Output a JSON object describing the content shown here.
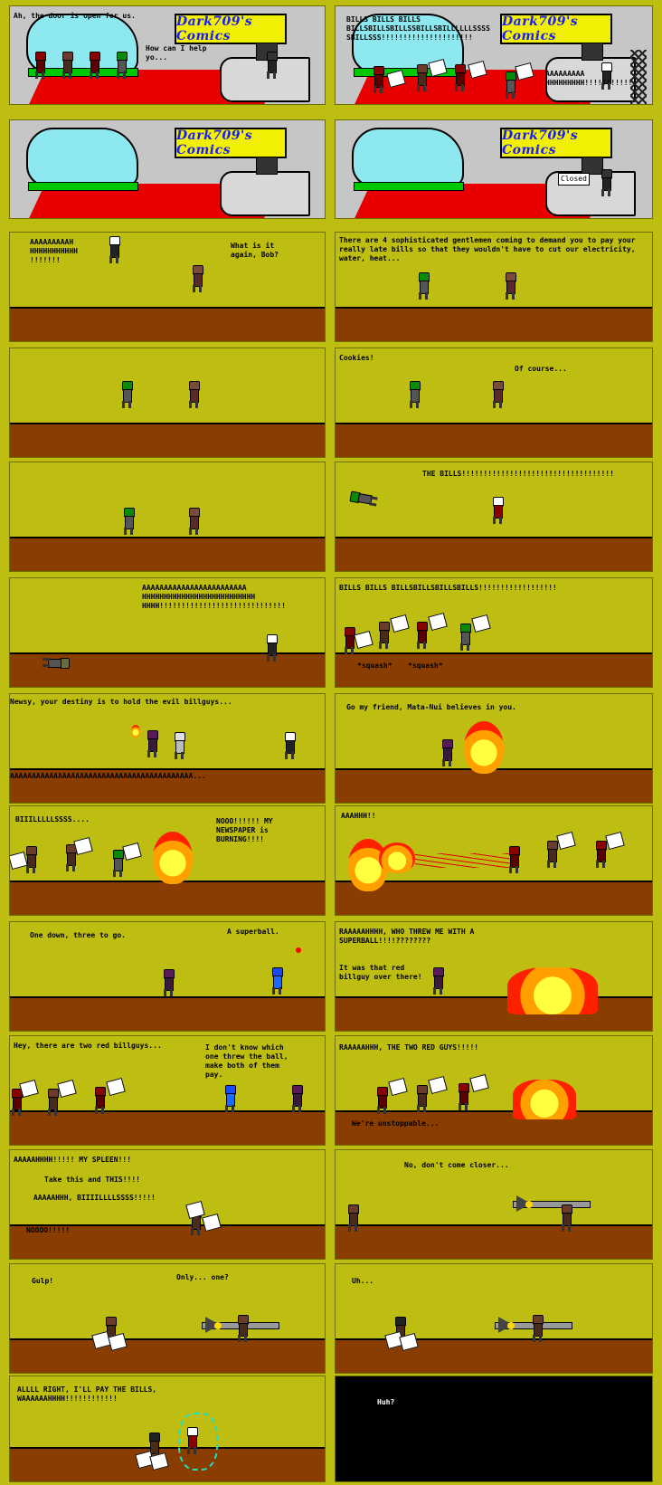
{
  "sign_text": "Dark709's Comics",
  "closed_sign": "Closed",
  "panels": [
    {
      "id": "p1",
      "captions": [
        "Ah, the door is open for us.",
        "How can I help yo..."
      ]
    },
    {
      "id": "p2",
      "captions": [
        "BILLS BILLS BILLS BILLSBILLSBILLSSBILLSBILLLLLLSSSS SBILLSSS!!!!!!!!!!!!!!!!!!!!!",
        "AAAAAAAAA HHHHHHHHH!!!!!!!!!!!"
      ]
    },
    {
      "id": "p3",
      "captions": []
    },
    {
      "id": "p4",
      "captions": []
    },
    {
      "id": "p5",
      "captions": [
        "AAAAAAAAAH HHHHHHHHHHH !!!!!!!",
        "What is it again, Bob?"
      ]
    },
    {
      "id": "p6",
      "captions": [
        "There are 4 sophisticated gentlemen coming to demand you to pay your really late bills so that they wouldn't have to cut our electricity, water, heat..."
      ]
    },
    {
      "id": "p7",
      "captions": []
    },
    {
      "id": "p8",
      "captions": [
        "Cookies!",
        "Of course..."
      ]
    },
    {
      "id": "p9",
      "captions": []
    },
    {
      "id": "p10",
      "captions": [
        "THE BILLS!!!!!!!!!!!!!!!!!!!!!!!!!!!!!!!!!!!"
      ]
    },
    {
      "id": "p11",
      "captions": [
        "AAAAAAAAAAAAAAAAAAAAAAAA HHHHHHHHHHHHHHHHHHHHHHHHHH HHHH!!!!!!!!!!!!!!!!!!!!!!!!!!!!!"
      ]
    },
    {
      "id": "p12",
      "captions": [
        "BILLS BILLS BILLSBILLSBILLSBILLS!!!!!!!!!!!!!!!!!!",
        "*squash*",
        "*squash*"
      ]
    },
    {
      "id": "p13",
      "captions": [
        "Newsy, your destiny is to hold the evil billguys...",
        "AAAAAAAAAAAAAAAAAAAAAAAAAAAAAAAAAAAAAAAAAA..."
      ]
    },
    {
      "id": "p14",
      "captions": [
        "Go my friend, Mata-Nui believes in you."
      ]
    },
    {
      "id": "p15",
      "captions": [
        "BIIILLLLLSSSS....",
        "NOOO!!!!!! MY NEWSPAPER is BURNING!!!!"
      ]
    },
    {
      "id": "p16",
      "captions": [
        "AAAHHH!!"
      ]
    },
    {
      "id": "p17",
      "captions": [
        "One down, three to go.",
        "A superball."
      ]
    },
    {
      "id": "p18",
      "captions": [
        "RAAAAAHHHH, WHO THREW ME WITH A SUPERBALL!!!!????????",
        "It was that red billguy over there!"
      ]
    },
    {
      "id": "p19",
      "captions": [
        "Hey, there are two red billguys...",
        "I don't know which one threw the ball, make both of them pay."
      ]
    },
    {
      "id": "p20",
      "captions": [
        "RAAAAAHHH, THE TWO RED GUYS!!!!!",
        "We're unstoppable..."
      ]
    },
    {
      "id": "p21",
      "captions": [
        "AAAAAHHHH!!!!! MY SPLEEN!!!",
        "Take this and THIS!!!!",
        "AAAAAHHH, BIIIILLLLSSSS!!!!!",
        "NOOOO!!!!!"
      ]
    },
    {
      "id": "p22",
      "captions": [
        "No, don't come closer..."
      ]
    },
    {
      "id": "p23",
      "captions": [
        "Gulp!",
        "Only... one?"
      ]
    },
    {
      "id": "p24",
      "captions": [
        "Uh..."
      ]
    },
    {
      "id": "p25",
      "captions": [
        "ALLLL RIGHT, I'LL PAY THE BILLS, WAAAAAAHHHH!!!!!!!!!!!!"
      ]
    },
    {
      "id": "p26",
      "captions": [
        "Huh?"
      ]
    }
  ]
}
